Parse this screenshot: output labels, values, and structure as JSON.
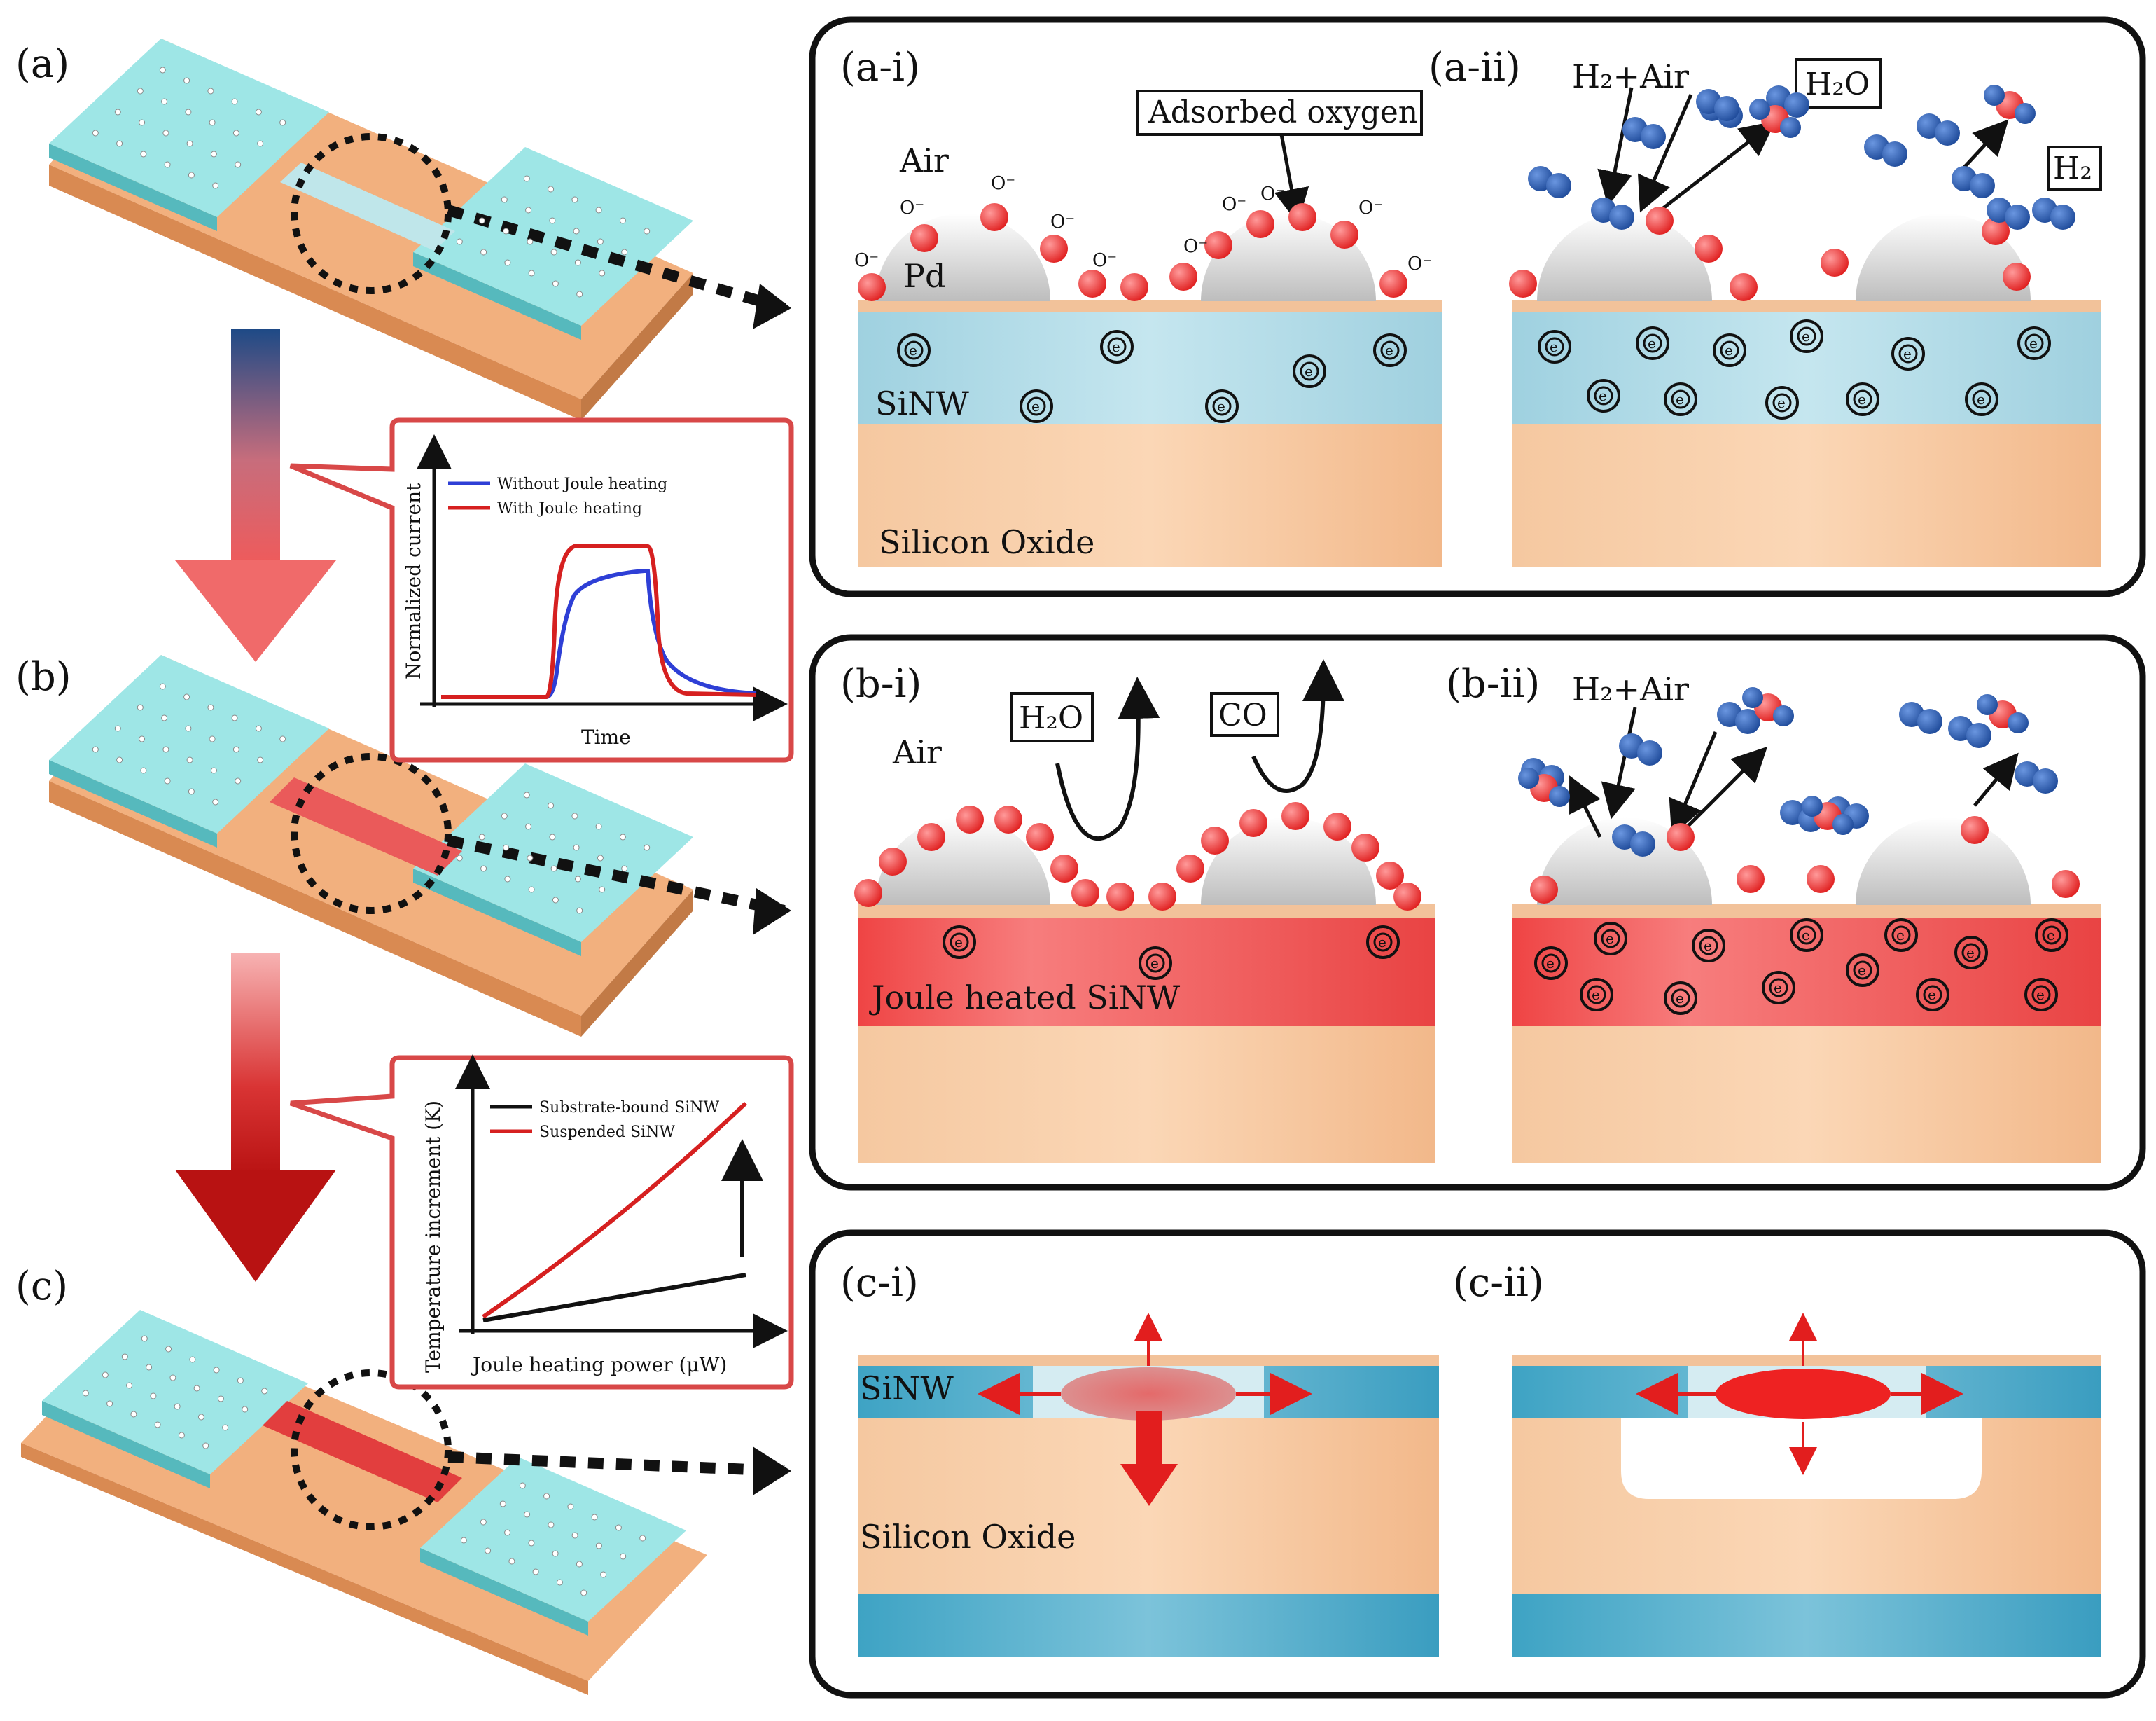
{
  "labels": {
    "a": "(a)",
    "b": "(b)",
    "c": "(c)",
    "a_i": "(a-i)",
    "a_ii": "(a-ii)",
    "b_i": "(b-i)",
    "b_ii": "(b-ii)",
    "c_i": "(c-i)",
    "c_ii": "(c-ii)"
  },
  "scene_text": {
    "air_a": "Air",
    "air_b": "Air",
    "pd": "Pd",
    "sinw_a": "SiNW",
    "silicon_oxide_a": "Silicon Oxide",
    "adsorbed_oxygen": "Adsorbed oxygen",
    "h2_air_a": "H₂+Air",
    "h2o_a": "H₂O",
    "h2_a": "H₂",
    "h2o_b": "H₂O",
    "co_b": "CO",
    "h2_air_b": "H₂+Air",
    "joule_sinw": "Joule heated SiNW",
    "sinw_c": "SiNW",
    "silicon_oxide_c": "Silicon Oxide",
    "oxygen_ion": "O⁻",
    "electron": "e"
  },
  "inset_current": {
    "ylabel": "Normalized current",
    "xlabel": "Time",
    "legend": [
      "Without Joule heating",
      "With Joule heating"
    ],
    "colors": [
      "#2e3fd6",
      "#d62020"
    ]
  },
  "inset_temperature": {
    "ylabel": "Temperature increment (K)",
    "xlabel": "Joule heating power (μW)",
    "legend": [
      "Substrate-bound SiNW",
      "Suspended SiNW"
    ],
    "colors": [
      "#111111",
      "#d62020"
    ]
  },
  "colors": {
    "substrate": "#f3b98b",
    "electrode": "#8ee0e0",
    "sinw_blue": "#a8d6e4",
    "sinw_red": "#ee4848",
    "oxygen": "#ef3a3a",
    "hydrogen": "#2f60b8",
    "inset_border": "#d84848"
  }
}
